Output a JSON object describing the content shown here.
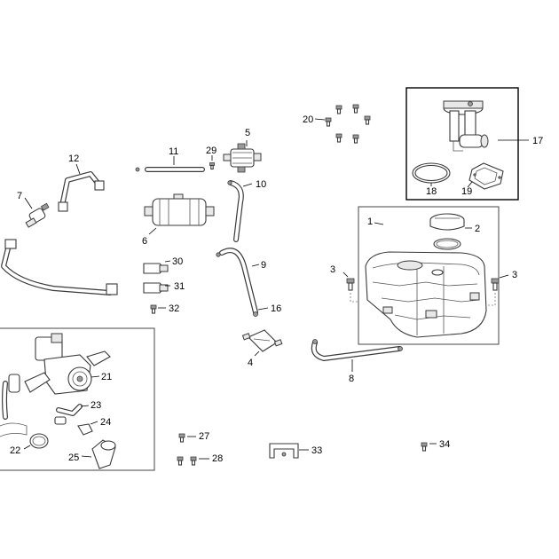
{
  "callouts": {
    "c1": "1",
    "c2": "2",
    "c3a": "3",
    "c3b": "3",
    "c4": "4",
    "c5": "5",
    "c6": "6",
    "c7": "7",
    "c8": "8",
    "c9": "9",
    "c10": "10",
    "c11": "11",
    "c12": "12",
    "c16": "16",
    "c17": "17",
    "c18": "18",
    "c19": "19",
    "c20": "20",
    "c21": "21",
    "c22": "22",
    "c23": "23",
    "c24": "24",
    "c25": "25",
    "c27": "27",
    "c28": "28",
    "c29": "29",
    "c30": "30",
    "c31": "31",
    "c32": "32",
    "c33": "33",
    "c34": "34"
  },
  "colors": {
    "line": "#3a3a3a",
    "frame": "#000000",
    "background": "#ffffff"
  },
  "icons": [
    "fuel-tank-icon",
    "fuel-cap-icon",
    "fuel-pump-icon",
    "fuel-filter-icon",
    "bolt-icon",
    "hose-icon",
    "clamp-icon",
    "gasket-icon"
  ]
}
